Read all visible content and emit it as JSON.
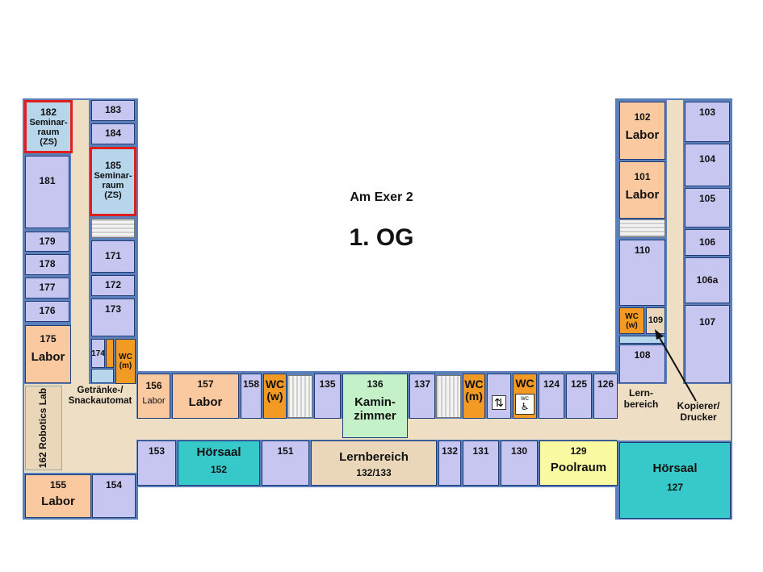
{
  "header": {
    "address": "Am Exer 2",
    "floor": "1. OG"
  },
  "rooms": {
    "r182": {
      "number": "182",
      "name": "Seminar-\nraum\n(ZS)"
    },
    "r183": {
      "number": "183"
    },
    "r184": {
      "number": "184"
    },
    "r185": {
      "number": "185",
      "name": "Seminar-\nraum\n(ZS)"
    },
    "r181": {
      "number": "181"
    },
    "r179": {
      "number": "179"
    },
    "r178": {
      "number": "178"
    },
    "r177": {
      "number": "177"
    },
    "r176": {
      "number": "176"
    },
    "r175": {
      "number": "175",
      "name": "Labor"
    },
    "r171": {
      "number": "171"
    },
    "r172": {
      "number": "172"
    },
    "r173": {
      "number": "173"
    },
    "r174": {
      "number": "174"
    },
    "wc_m_left": {
      "name": "WC\n(m)"
    },
    "r162": {
      "number": "162",
      "name": "Robotics Lab"
    },
    "r155": {
      "number": "155",
      "name": "Labor"
    },
    "r154": {
      "number": "154"
    },
    "r156": {
      "number": "156",
      "name": "Labor"
    },
    "r157": {
      "number": "157",
      "name": "Labor"
    },
    "r158": {
      "number": "158"
    },
    "wc_w_center": {
      "name": "WC\n(w)"
    },
    "r135": {
      "number": "135"
    },
    "r136": {
      "number": "136",
      "name": "Kamin-\nzimmer"
    },
    "r137": {
      "number": "137"
    },
    "wc_m_center": {
      "name": "WC\n(m)"
    },
    "wc_access": {
      "name": "WC",
      "sub": "WC"
    },
    "r124": {
      "number": "124"
    },
    "r125": {
      "number": "125"
    },
    "r126": {
      "number": "126"
    },
    "r153": {
      "number": "153"
    },
    "r152": {
      "number": "152",
      "name": "Hörsaal"
    },
    "r151": {
      "number": "151"
    },
    "r132_133": {
      "number": "132/133",
      "name": "Lernbereich"
    },
    "r132": {
      "number": "132"
    },
    "r131": {
      "number": "131"
    },
    "r130": {
      "number": "130"
    },
    "r129": {
      "number": "129",
      "name": "Poolraum"
    },
    "r127": {
      "number": "127",
      "name": "Hörsaal"
    },
    "r102": {
      "number": "102",
      "name": "Labor"
    },
    "r101": {
      "number": "101",
      "name": "Labor"
    },
    "r103": {
      "number": "103"
    },
    "r104": {
      "number": "104"
    },
    "r105": {
      "number": "105"
    },
    "r106": {
      "number": "106"
    },
    "r106a": {
      "number": "106a"
    },
    "r107": {
      "number": "107"
    },
    "r110": {
      "number": "110"
    },
    "wc_w_right": {
      "name": "WC\n(w)"
    },
    "r109": {
      "number": "109"
    },
    "r108": {
      "number": "108"
    }
  },
  "labels": {
    "vending": "Getränke-/\nSnackautomat",
    "lernbereich_right": "Lern-\nbereich",
    "copier": "Kopierer/\nDrucker"
  },
  "icons": [
    "elevator-icon",
    "wheelchair-icon"
  ],
  "colors": {
    "labor": "#fac9a0",
    "seminar": "#b7d5eb",
    "room": "#c7c6f1",
    "wc": "#f29a24",
    "kaminzimmer": "#c5f1c8",
    "poolraum": "#fafaa2",
    "hoersaal": "#37c9c9",
    "corridor": "#eedec3",
    "highlight": "#e01e1e"
  }
}
